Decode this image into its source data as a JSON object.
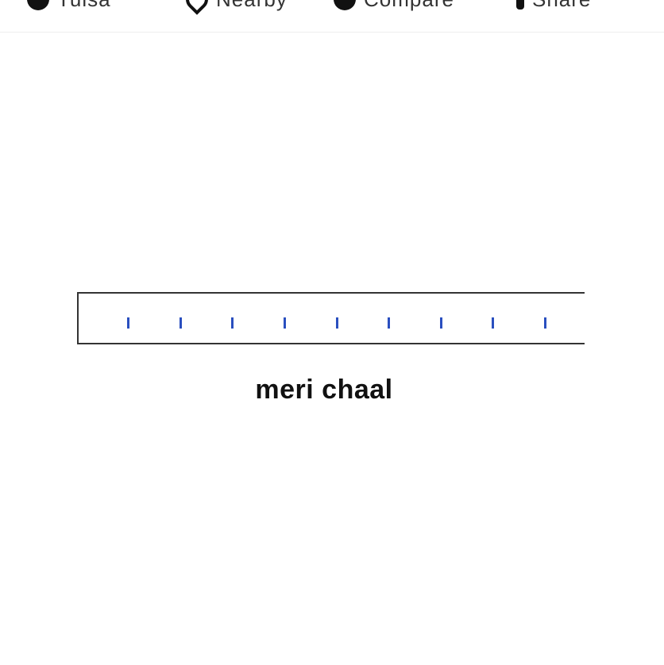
{
  "top_bar": {
    "items": [
      {
        "icon": "circle-icon",
        "label": "Tulsa"
      },
      {
        "icon": "pin-icon",
        "label": "Nearby"
      },
      {
        "icon": "circle-icon",
        "label": "Compare"
      },
      {
        "icon": "bolt-icon",
        "label": "Share"
      }
    ]
  },
  "track": {
    "marker_count": 9,
    "marker_color": "#2a4fbf"
  },
  "caption": "meri chaal"
}
